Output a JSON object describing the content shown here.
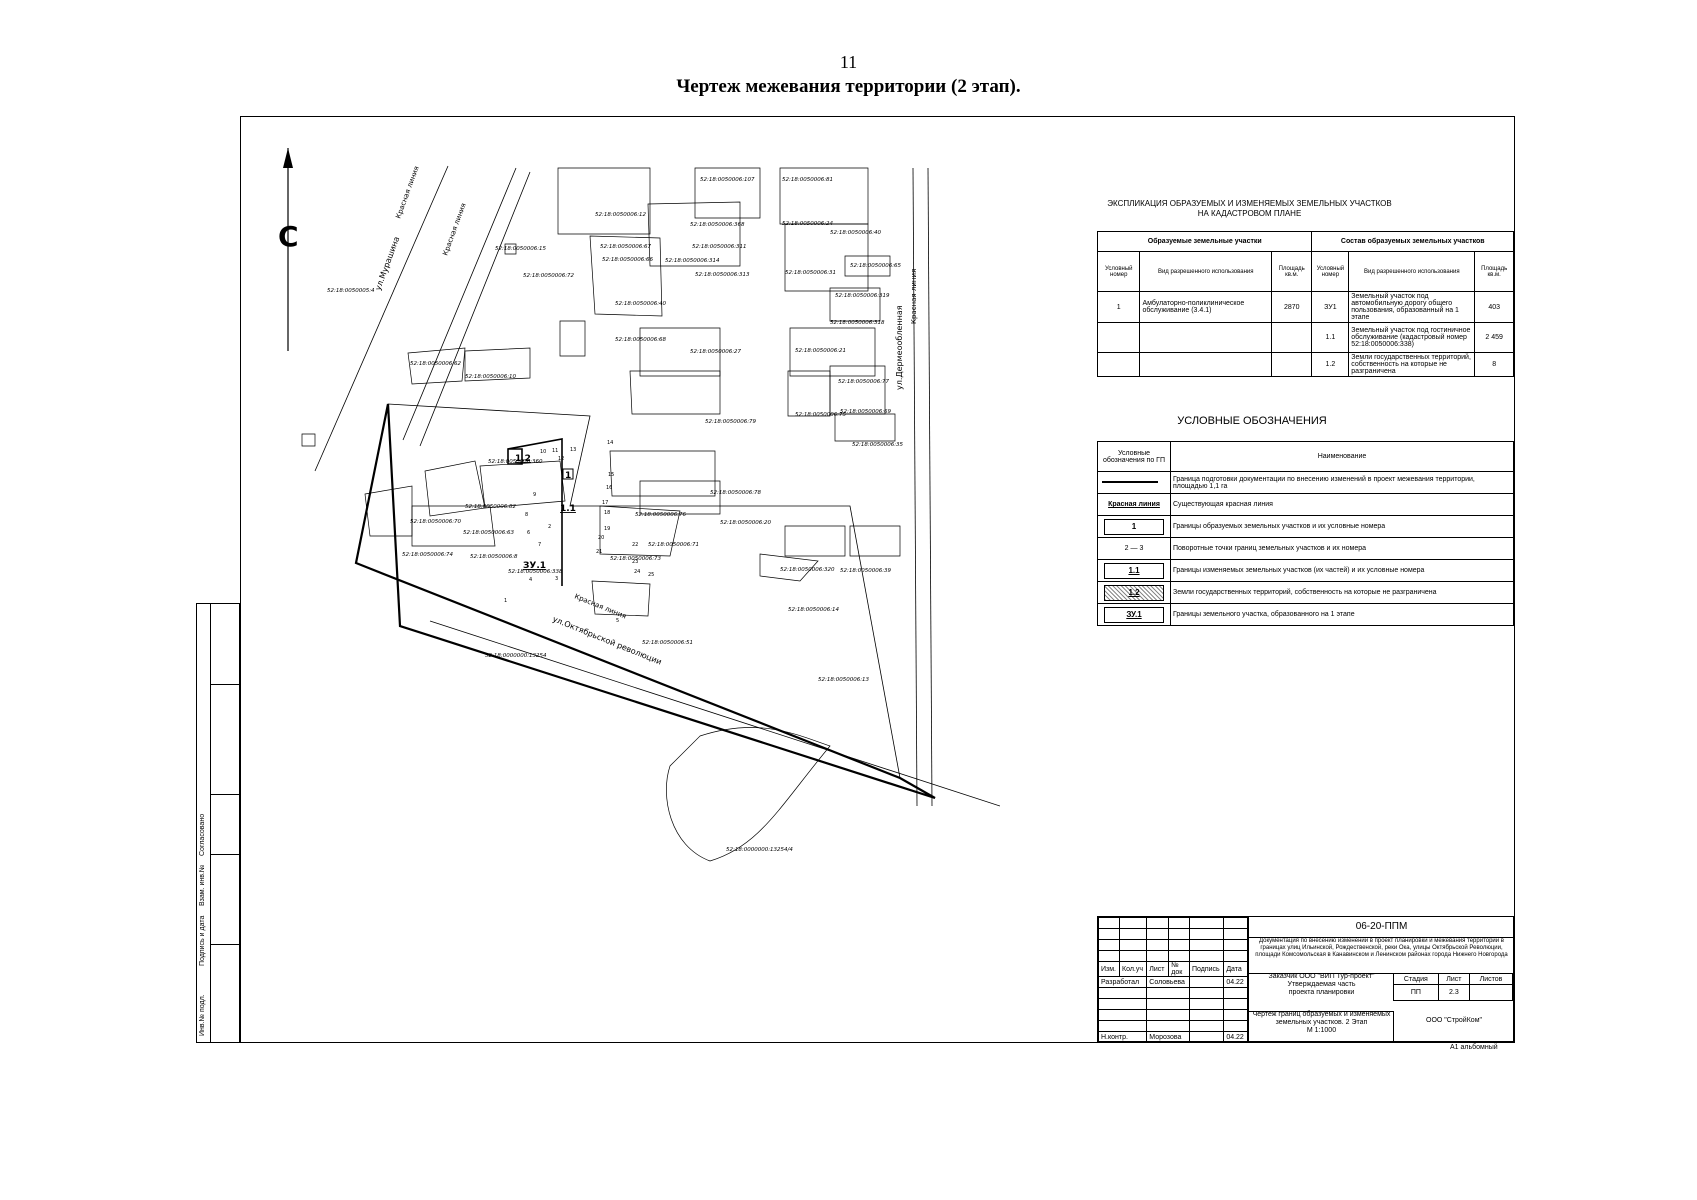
{
  "header": {
    "page_number": "11",
    "title": "Чертеж межевания территории (2 этап)."
  },
  "north_label": "С",
  "map": {
    "streets": {
      "muryshina": "ул.Мурашина",
      "oktyabrskoy": "ул.Октябрьской революции",
      "dermeobleslennaya": "ул.Дермеообленная",
      "krasnaya_liniya_1": "Красная линия",
      "krasnaya_liniya_2": "Красная линия",
      "krasnaya_liniya_3": "Красная линия",
      "krasnaya_liniya_4": "Красная линия"
    },
    "parcel_labels": [
      "52:18:0050005:4",
      "52:18:0050006:15",
      "52:18:0050006:72",
      "52:18:0050006:12",
      "52:18:0050006:107",
      "52:18:0050006:81",
      "52:18:0050006:67",
      "52:18:0050006:368",
      "52:18:0050006:24",
      "52:18:0050006:66",
      "52:18:0050006:311",
      "52:18:0050006:314",
      "52:18:0050006:40",
      "52:18:0050006:65",
      "52:18:0050006:31",
      "52:18:0050006:313",
      "52:18:0050006:319",
      "52:18:0050006:40",
      "52:18:0050006:318",
      "52:18:0050006:68",
      "52:18:0050006:27",
      "52:18:0050006:21",
      "52:18:0050006:77",
      "52:18:0050006:62",
      "52:18:0050006:10",
      "52:18:0050006:79",
      "52:18:0050006:75",
      "52:18:0050006:69",
      "52:18:0050006:35",
      "52:18:0050006:360",
      "52:18:0050006:78",
      "52:18:0050006:82",
      "52:18:0050006:76",
      "52:18:0050006:20",
      "52:18:0050006:70",
      "52:18:0050006:63",
      "52:18:0050006:71",
      "52:18:0050006:74",
      "52:18:0050006:8",
      "52:18:0050006:338",
      "52:18:0050006:73",
      "52:18:0050006:320",
      "52:18:0050006:39",
      "52:18:0050006:14",
      "52:18:0000000:13254",
      "52:18:0050006:51",
      "52:18:0050006:13",
      "52:18:0000000:13254/4"
    ],
    "zone_labels": {
      "zone_12": "1.2",
      "zone_1": "1",
      "zone_11": "1.1",
      "zone_zu1": "ЗУ.1"
    },
    "point_numbers": [
      "10",
      "11",
      "12",
      "13",
      "14",
      "15",
      "16",
      "17",
      "18",
      "19",
      "20",
      "21",
      "22",
      "23",
      "24",
      "25",
      "2",
      "3",
      "4",
      "5",
      "6",
      "7",
      "8",
      "9",
      "1"
    ]
  },
  "explication": {
    "title_line1": "ЭКСПЛИКАЦИЯ ОБРАЗУЕМЫХ И ИЗМЕНЯЕМЫХ ЗЕМЕЛЬНЫХ УЧАСТКОВ",
    "title_line2": "НА КАДАСТРОВОМ ПЛАНЕ",
    "group_left": "Образуемые земельные участки",
    "group_right": "Состав образуемых земельных участков",
    "columns": [
      "Условный номер",
      "Вид разрешенного использования",
      "Площадь кв.м.",
      "Условный номер",
      "Вид разрешенного использования",
      "Площадь кв.м."
    ],
    "rows": [
      [
        "1",
        "Амбулаторно-поликлиническое обслуживание (3.4.1)",
        "2870",
        "ЗУ1",
        "Земельный участок под автомобильную дорогу общего пользования, образованный на 1 этапе",
        "403"
      ],
      [
        "",
        "",
        "",
        "1.1",
        "Земельный участок под гостиничное обслуживание (кадастровый номер 52:18:0050006:338)",
        "2 459"
      ],
      [
        "",
        "",
        "",
        "1.2",
        "Земли государственных территорий, собственность на которые не разграничена",
        "8"
      ]
    ]
  },
  "legend": {
    "title": "УСЛОВНЫЕ ОБОЗНАЧЕНИЯ",
    "header_symbol": "Условные обозначения по ГП",
    "header_name": "Наименование",
    "items": [
      {
        "symbol": "",
        "text": "Граница подготовки документации по внесению изменений в проект межевания территории, площадью 1,1 га"
      },
      {
        "symbol": "Красная линия",
        "text": "Существующая красная линия"
      },
      {
        "symbol": "1",
        "text": "Границы образуемых земельных участков и их условные номера"
      },
      {
        "symbol": "2 — 3",
        "text": "Поворотные точки границ земельных участков и их номера"
      },
      {
        "symbol": "1.1",
        "text": "Границы изменяемых земельных участков (их частей) и их условные номера"
      },
      {
        "symbol": "1.2",
        "text": "Земли государственных территорий, собственность на которые не разграничена"
      },
      {
        "symbol": "ЗУ.1",
        "text": "Границы земельного участка, образованного на 1 этапе"
      }
    ]
  },
  "title_block": {
    "code": "06-20-ППМ",
    "description": "Документация по внесению изменений в проект планировки и межевания территории в границах улиц Ильинской, Рождественской, реки Ока, улицы Октябрьской Революции, площади Комсомольская в Канавинском и Ленинском районах города Нижнего Новгорода",
    "col_headers": [
      "Изм.",
      "Кол.уч",
      "Лист",
      "№ док",
      "Подпись",
      "Дата"
    ],
    "developer_role": "Разработал",
    "developer_name": "Соловьева",
    "developer_date": "04.22",
    "controller_role": "Н.контр.",
    "controller_name": "Морозова",
    "controller_date": "04.22",
    "customer": "Заказчик ООО \"ВИП Тур-проект\"",
    "approved": "Утверждаемая часть",
    "project_part": "проекта планировки",
    "stage_label": "Стадия",
    "sheet_label": "Лист",
    "sheets_label": "Листов",
    "stage_value": "ПП",
    "sheet_value": "2.3",
    "sheets_value": "",
    "drawing_name": "Чертеж границ образуемых и изменяемых земельных участков. 2 Этап",
    "scale": "М 1:1000",
    "company": "ООО \"СтройКом\"",
    "format": "А1 альбомный"
  },
  "side_stamp": {
    "labels": [
      "Согласовано",
      "Взам. инв.№",
      "Подпись и дата",
      "Инв.№ подл."
    ]
  }
}
